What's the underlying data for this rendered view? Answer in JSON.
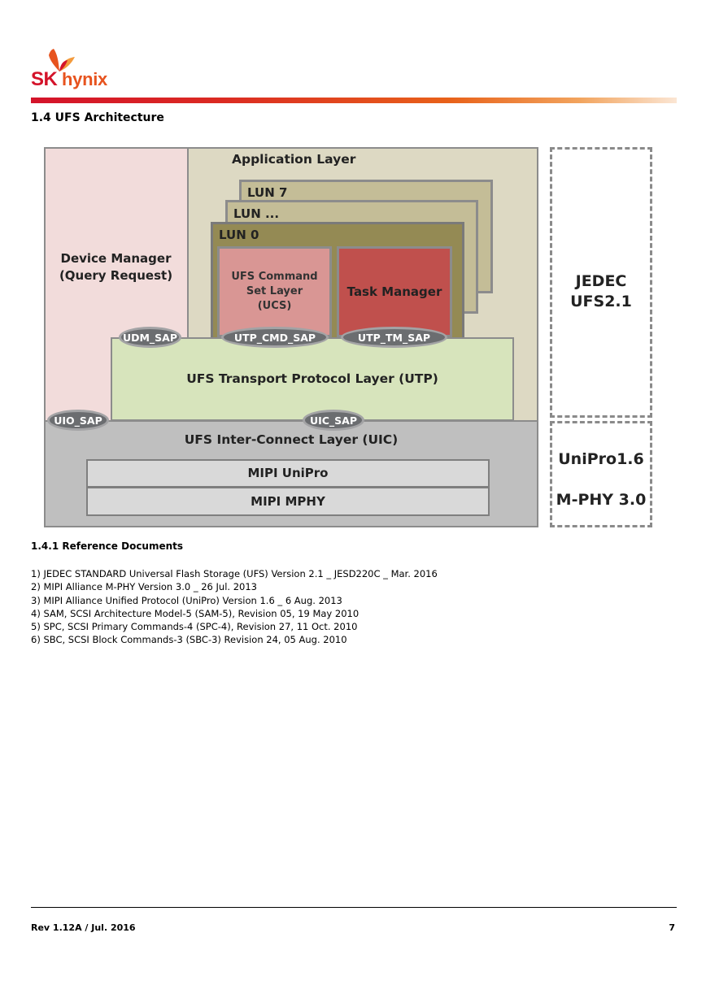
{
  "header": {
    "logo_sk": "SK",
    "logo_hynix": "hynix"
  },
  "section_title": "1.4 UFS Architecture",
  "diagram": {
    "device_manager": "Device Manager\n(Query Request)",
    "application_layer": "Application Layer",
    "lun7": "LUN 7",
    "lun_mid": "LUN ...",
    "lun0": "LUN 0",
    "ucs": "UFS Command\nSet Layer\n(UCS)",
    "task_manager": "Task Manager",
    "udm_sap": "UDM_SAP",
    "utp_cmd_sap": "UTP_CMD_SAP",
    "utp_tm_sap": "UTP_TM_SAP",
    "utp_layer": "UFS Transport Protocol Layer (UTP)",
    "uio_sap": "UIO_SAP",
    "uic_sap": "UIC_SAP",
    "uic_layer": "UFS Inter-Connect Layer (UIC)",
    "mipi_unipro": "MIPI UniPro",
    "mipi_mphy": "MIPI MPHY",
    "jedec": "JEDEC\nUFS2.1",
    "unipro_ver": "UniPro1.6",
    "mphy_ver": "M-PHY 3.0"
  },
  "subsection_title": "1.4.1 Reference Documents",
  "references": [
    "1) JEDEC STANDARD Universal Flash Storage (UFS) Version 2.1 _ JESD220C _ Mar. 2016",
    "2) MIPI Alliance M-PHY Version 3.0 _ 26 Jul. 2013",
    "3) MIPI Alliance Unified Protocol (UniPro) Version 1.6 _ 6 Aug. 2013",
    "4) SAM, SCSI Architecture Model-5 (SAM-5), Revision 05, 19 May 2010",
    "5) SPC, SCSI Primary Commands-4 (SPC-4), Revision 27, 11 Oct. 2010",
    "6) SBC, SCSI Block Commands-3 (SBC-3) Revision 24, 05 Aug. 2010"
  ],
  "footer": {
    "revision": "Rev 1.12A / Jul. 2016",
    "page_number": "7"
  },
  "colors": {
    "brand_red": "#d4132a",
    "brand_orange": "#e7531e",
    "device_manager_bg": "#f2dcdb",
    "application_bg": "#ddd9c3",
    "lun_bg": "#c4bd97",
    "lun0_bg": "#948a54",
    "ucs_bg": "#d99694",
    "task_bg": "#c0504d",
    "utp_bg": "#d7e4bc",
    "uic_bg": "#bfbfbf"
  }
}
